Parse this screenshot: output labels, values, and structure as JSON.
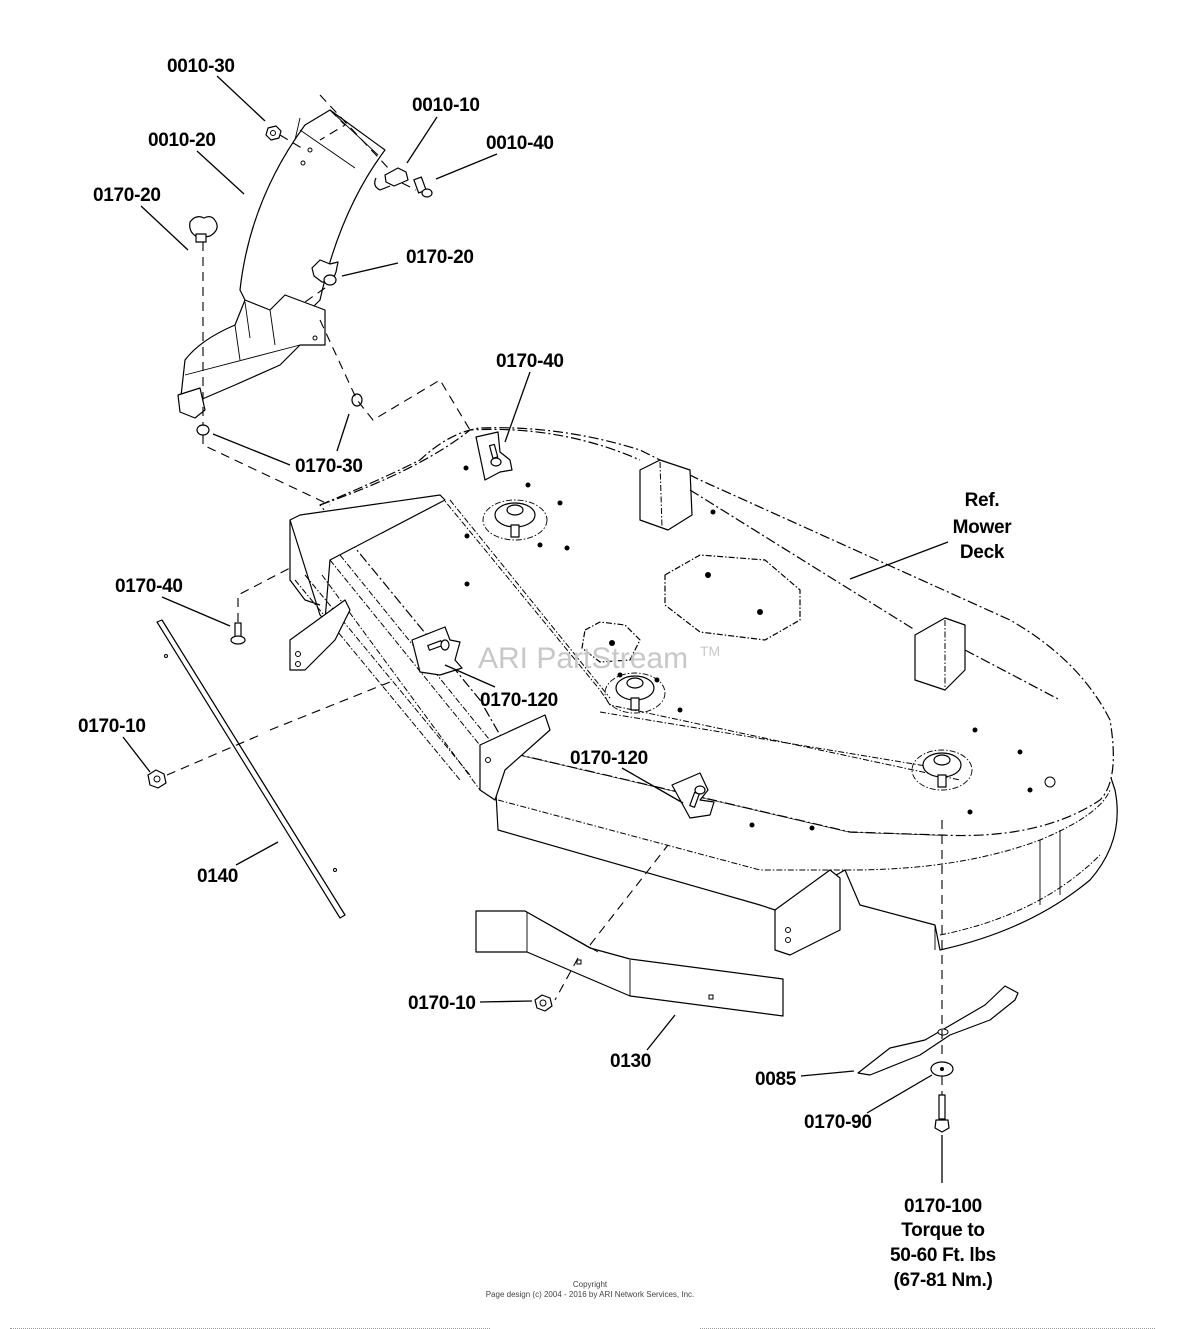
{
  "diagram": {
    "watermark": "ARI PartStream",
    "watermark_tm": "TM",
    "callouts": {
      "c0010_30": "0010-30",
      "c0010_20": "0010-20",
      "c0010_10": "0010-10",
      "c0010_40": "0010-40",
      "c0170_20_left": "0170-20",
      "c0170_20_right": "0170-20",
      "c0170_40_top": "0170-40",
      "c0170_30": "0170-30",
      "c0170_40_left": "0170-40",
      "c0170_120_upper": "0170-120",
      "c0170_120_lower": "0170-120",
      "c0170_10_left": "0170-10",
      "c0140": "0140",
      "c0170_10_lower": "0170-10",
      "c0130": "0130",
      "c0085": "0085",
      "c0170_90": "0170-90",
      "ref_line1": "Ref.",
      "ref_line2": "Mower",
      "ref_line3": "Deck",
      "c0170_100_line1": "0170-100",
      "c0170_100_line2": "Torque to",
      "c0170_100_line3": "50-60 Ft. lbs",
      "c0170_100_line4": "(67-81 Nm.)"
    }
  },
  "footer": {
    "copyright_line1": "Copyright",
    "copyright_line2": "Page design (c) 2004 - 2016 by ARI Network Services, Inc."
  }
}
